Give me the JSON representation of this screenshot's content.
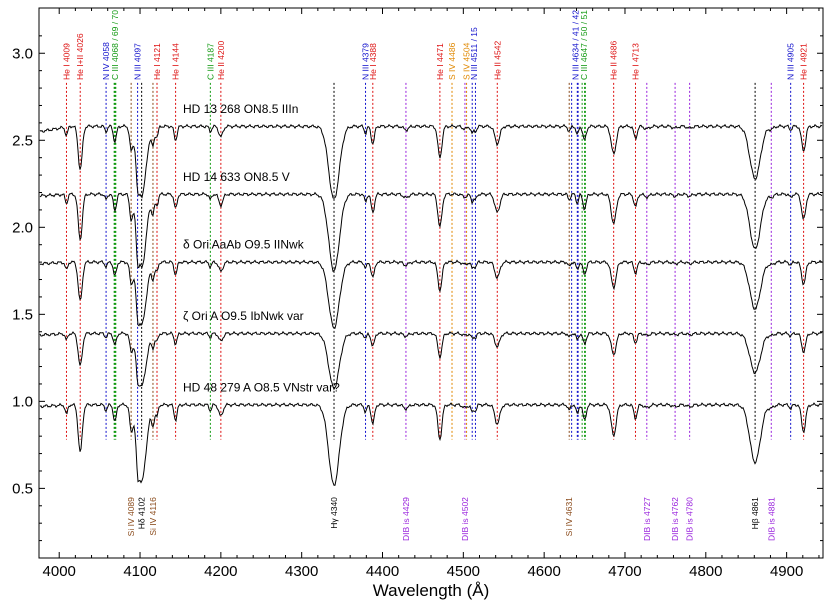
{
  "chart_data": {
    "type": "line",
    "xlabel": "Wavelength (Å)",
    "ylabel": "",
    "xlim": [
      3975,
      4945
    ],
    "ylim": [
      0.1,
      3.26
    ],
    "x_ticks": [
      4000,
      4100,
      4200,
      4300,
      4400,
      4500,
      4600,
      4700,
      4800,
      4900
    ],
    "y_ticks": [
      0.5,
      1.0,
      1.5,
      2.0,
      2.5,
      3.0
    ],
    "grid": false,
    "colors": {
      "He": "#dd1111",
      "N": "#1111cc",
      "C": "#119911",
      "Si": "#8a4a1a",
      "S": "#e08800",
      "DIB": "#9922dd",
      "H": "#000000",
      "spectrum": "#000000"
    },
    "series": [
      {
        "name": "HD 13 268   ON8.5 IIIn",
        "continuum": 2.58
      },
      {
        "name": "HD 14 633   ON8.5 V",
        "continuum": 2.19
      },
      {
        "name": "δ Ori AaAb   O9.5 IINwk",
        "continuum": 1.8
      },
      {
        "name": "ζ Ori A   O9.5 IbNwk var",
        "continuum": 1.39
      },
      {
        "name": "HD 48 279 A   O8.5 VNstr var?",
        "continuum": 0.98
      }
    ],
    "top_lines": [
      {
        "label": "He I 4009",
        "lines": [
          4009
        ],
        "color": "He"
      },
      {
        "label": "He I+II 4026",
        "lines": [
          4026
        ],
        "color": "He"
      },
      {
        "label": "N IV 4058",
        "lines": [
          4058
        ],
        "color": "N"
      },
      {
        "label": "C III 4068 / 69 / 70",
        "lines": [
          4068,
          4069,
          4070
        ],
        "color": "C"
      },
      {
        "label": "N III 4097",
        "lines": [
          4097
        ],
        "color": "N"
      },
      {
        "label": "He I 4121",
        "lines": [
          4121
        ],
        "color": "He"
      },
      {
        "label": "He I 4144",
        "lines": [
          4144
        ],
        "color": "He"
      },
      {
        "label": "C III 4187",
        "lines": [
          4187
        ],
        "color": "C"
      },
      {
        "label": "He II 4200",
        "lines": [
          4200
        ],
        "color": "He"
      },
      {
        "label": "N III 4379",
        "lines": [
          4379
        ],
        "color": "N"
      },
      {
        "label": "He I 4388",
        "lines": [
          4388
        ],
        "color": "He"
      },
      {
        "label": "He I 4471",
        "lines": [
          4471
        ],
        "color": "He"
      },
      {
        "label": "S IV 4486",
        "lines": [
          4486
        ],
        "color": "S"
      },
      {
        "label": "S IV 4504",
        "lines": [
          4504
        ],
        "color": "S"
      },
      {
        "label": "N III 4511 / 15",
        "lines": [
          4511,
          4515
        ],
        "color": "N"
      },
      {
        "label": "He II 4542",
        "lines": [
          4542
        ],
        "color": "He"
      },
      {
        "label": "N III 4634 / 41 / 42",
        "lines": [
          4634,
          4641,
          4642
        ],
        "color": "N"
      },
      {
        "label": "C III 4647 / 50 / 51",
        "lines": [
          4647,
          4650,
          4651
        ],
        "color": "C"
      },
      {
        "label": "He II 4686",
        "lines": [
          4686
        ],
        "color": "He"
      },
      {
        "label": "He I 4713",
        "lines": [
          4713
        ],
        "color": "He"
      },
      {
        "label": "N III 4905",
        "lines": [
          4905
        ],
        "color": "N"
      },
      {
        "label": "He I 4921",
        "lines": [
          4921
        ],
        "color": "He"
      }
    ],
    "bottom_lines": [
      {
        "label": "Si IV 4089",
        "lines": [
          4089
        ],
        "color": "Si"
      },
      {
        "label": "Hδ 4102",
        "lines": [
          4102
        ],
        "color": "H"
      },
      {
        "label": "Si IV 4116",
        "lines": [
          4116
        ],
        "color": "Si"
      },
      {
        "label": "Hγ 4340",
        "lines": [
          4340
        ],
        "color": "H"
      },
      {
        "label": "DIB is 4429",
        "lines": [
          4429
        ],
        "color": "DIB"
      },
      {
        "label": "DIB is 4502",
        "lines": [
          4502
        ],
        "color": "DIB"
      },
      {
        "label": "Si IV 4631",
        "lines": [
          4631
        ],
        "color": "Si"
      },
      {
        "label": "DIB is 4727",
        "lines": [
          4727
        ],
        "color": "DIB"
      },
      {
        "label": "DIB is 4762",
        "lines": [
          4762
        ],
        "color": "DIB"
      },
      {
        "label": "DIB is 4780",
        "lines": [
          4780
        ],
        "color": "DIB"
      },
      {
        "label": "Hβ 4861",
        "lines": [
          4861
        ],
        "color": "H"
      },
      {
        "label": "DIB is 4881",
        "lines": [
          4881
        ],
        "color": "DIB"
      }
    ]
  }
}
